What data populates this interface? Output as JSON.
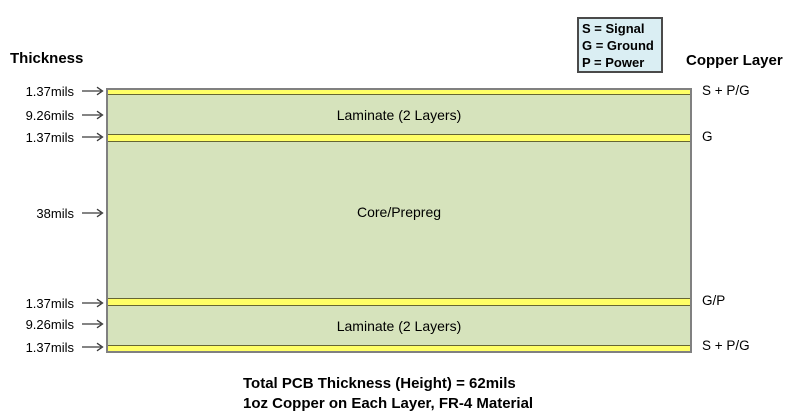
{
  "header": {
    "left": "Thickness",
    "right": "Copper Layer"
  },
  "legend": {
    "lines": [
      "S = Signal",
      "G = Ground",
      "P = Power"
    ]
  },
  "stack": {
    "layers": [
      {
        "type": "copper",
        "thickness": "1.37mils",
        "copper_label": "S + P/G"
      },
      {
        "type": "laminate",
        "thickness": "9.26mils",
        "label": "Laminate (2 Layers)"
      },
      {
        "type": "copper",
        "thickness": "1.37mils",
        "copper_label": "G"
      },
      {
        "type": "core",
        "thickness": "38mils",
        "label": "Core/Prepreg"
      },
      {
        "type": "copper",
        "thickness": "1.37mils",
        "copper_label": "G/P"
      },
      {
        "type": "laminate",
        "thickness": "9.26mils",
        "label": "Laminate (2 Layers)"
      },
      {
        "type": "copper",
        "thickness": "1.37mils",
        "copper_label": "S + P/G"
      }
    ]
  },
  "footer": {
    "line1": "Total PCB Thickness (Height) = 62mils",
    "line2": "1oz Copper on Each Layer, FR-4 Material"
  },
  "colors": {
    "copper": "#FFFF66",
    "dielectric": "#D6E3BC",
    "legend_bg": "#DAEEF3",
    "stack_border": "#808080"
  }
}
